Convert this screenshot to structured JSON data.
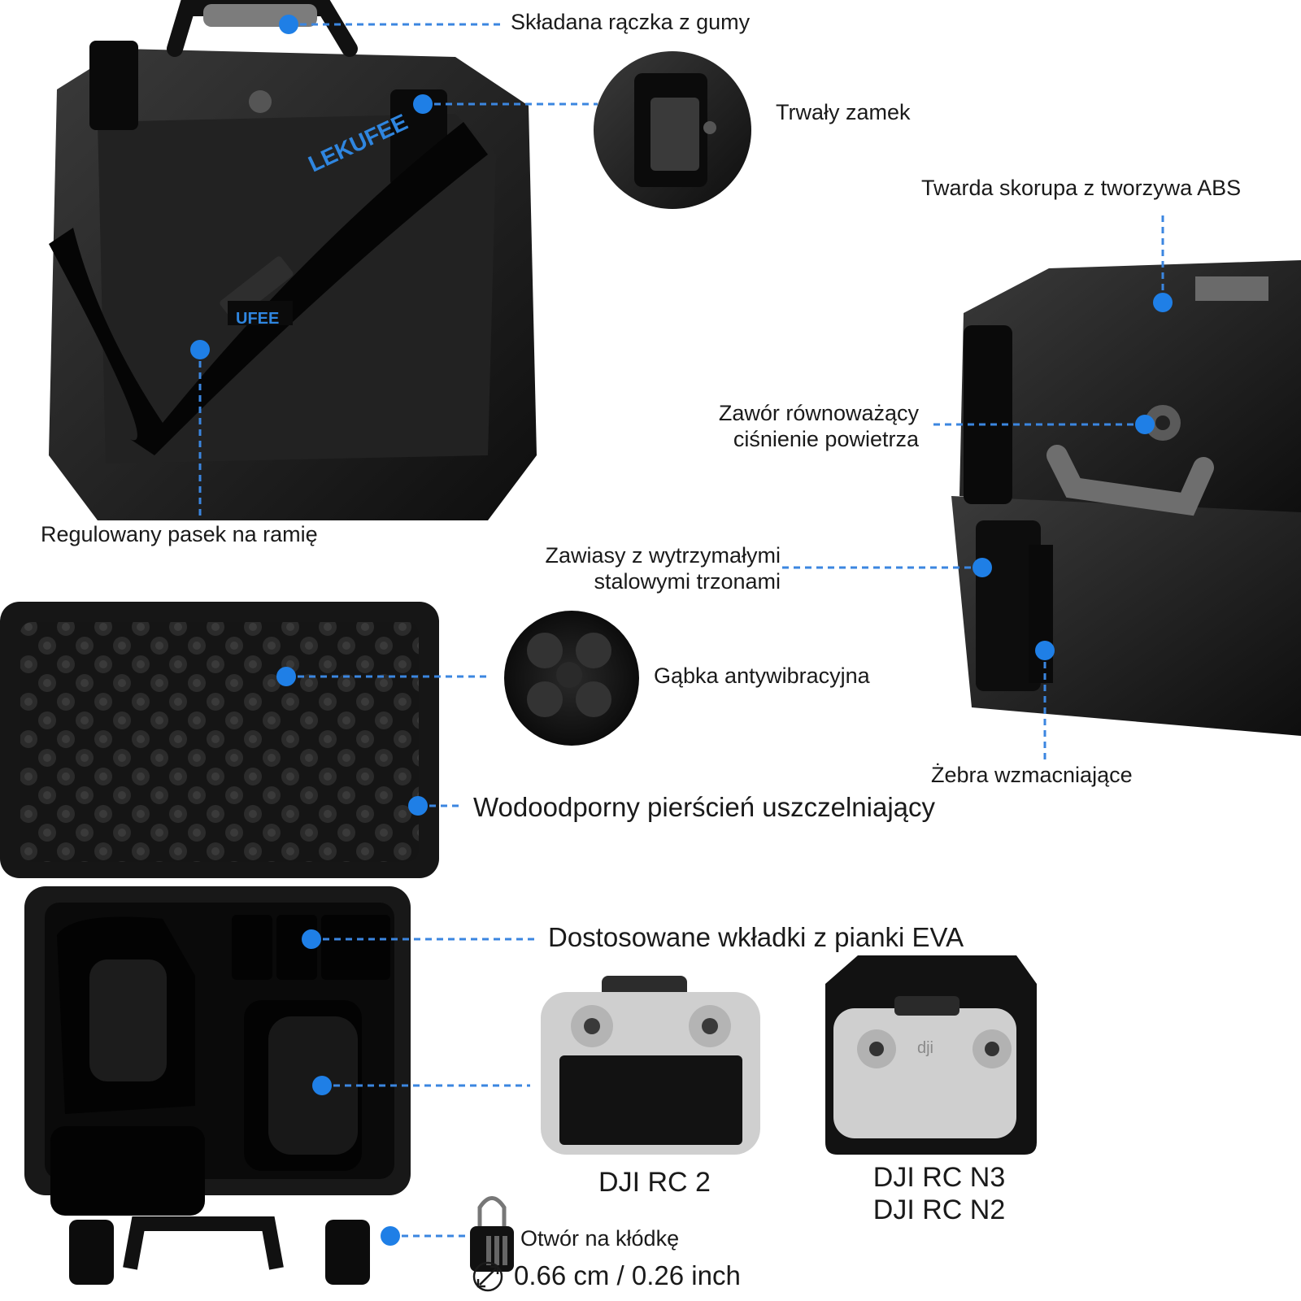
{
  "labels": {
    "handle": "Składana rączka z gumy",
    "latch": "Trwały zamek",
    "shell": "Twarda skorupa z tworzywa ABS",
    "valve_line1": "Zawór równoważący",
    "valve_line2": "ciśnienie powietrza",
    "strap": "Regulowany pasek na ramię",
    "hinges_line1": "Zawiasy z wytrzymałymi",
    "hinges_line2": "stalowymi trzonami",
    "sponge": "Gąbka antywibracyjna",
    "ribs": "Żebra wzmacniające",
    "seal": "Wodoodporny pierścień uszczelniający",
    "eva": "Dostosowane wkładki z pianki EVA",
    "rc2": "DJI RC 2",
    "rcn3": "DJI RC N3",
    "rcn2": "DJI RC N2",
    "padlock": "Otwór na kłódkę",
    "padlock_size": "0.66 cm / 0.26 inch"
  },
  "brand": {
    "logo_text": "LEKUFEE",
    "strap_logo": "UFEE",
    "remote_logo": "dji"
  },
  "colors": {
    "accent": "#1f7fe6",
    "case": "#1b1b1b",
    "remote": "#d6d6d6"
  }
}
